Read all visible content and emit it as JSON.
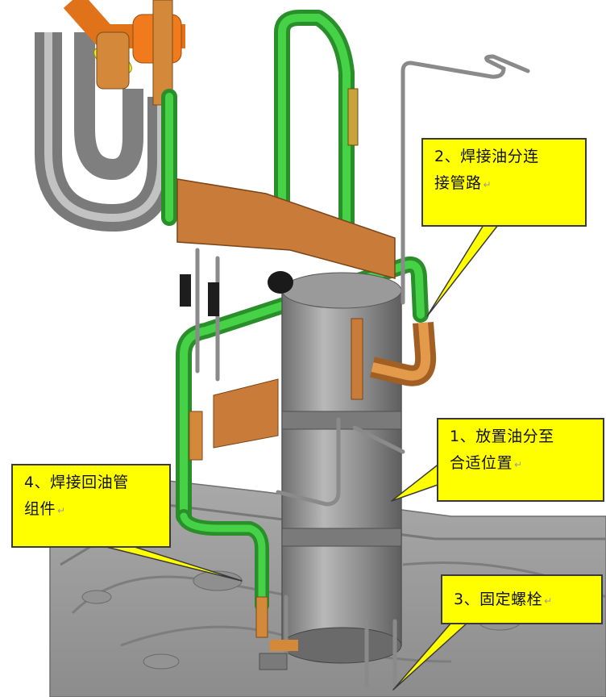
{
  "image": {
    "callouts": [
      {
        "id": "c1",
        "lines": [
          "1、放置油分至",
          "合适位置"
        ],
        "mark": "↵"
      },
      {
        "id": "c2",
        "lines": [
          "2、焊接油分连",
          "接管路"
        ],
        "mark": "↵"
      },
      {
        "id": "c3",
        "lines": [
          "3、固定螺栓"
        ],
        "mark": "↵"
      },
      {
        "id": "c4",
        "lines": [
          "4、焊接回油管",
          "组件"
        ],
        "mark": "↵"
      }
    ]
  },
  "colors": {
    "callout_fill": "#ffff00",
    "callout_border": "#3a3a3a",
    "pipe_green": "#3cc23c",
    "pipe_copper": "#d4893a",
    "pipe_orange": "#f07a1c",
    "tank_gray": "#8c8c8c",
    "bracket_copper": "#c97b3a",
    "base_gray": "#9a9a9a"
  }
}
